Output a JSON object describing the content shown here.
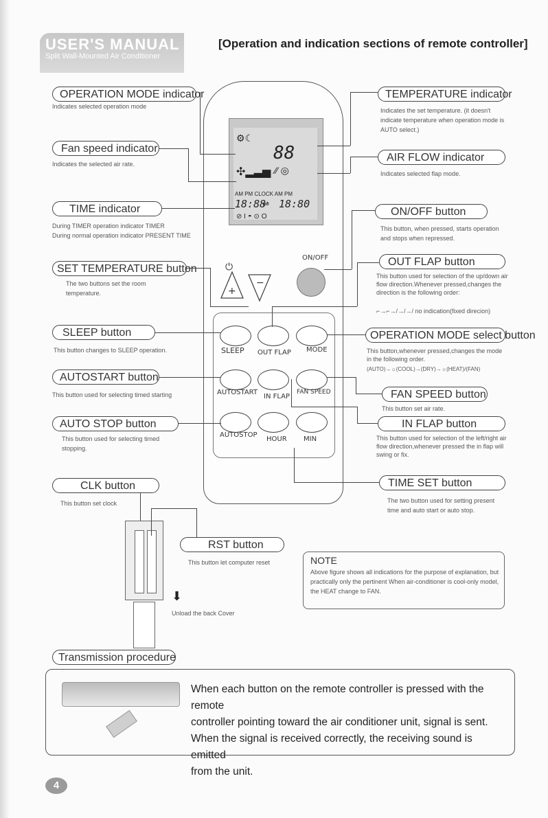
{
  "header": {
    "manual_title": "USER'S MANUAL",
    "manual_subtitle": "Split Wall-Mounted Air Conditioner",
    "page_heading": "[Operation and indication sections of remote controller]"
  },
  "left_items": [
    {
      "label": "OPERATION MODE indicator",
      "desc": "Indicates selected operation mode"
    },
    {
      "label": "Fan speed indicator",
      "desc": "Indicates the selected air rate."
    },
    {
      "label": "TIME indicator",
      "desc_line1": "During TIMER operation    indicator TIMER",
      "desc_line2": "During normal operation   indicator PRESENT TIME"
    },
    {
      "label": "SET TEMPERATURE button",
      "desc": "The two buttons set the room temperature."
    },
    {
      "label": "SLEEP button",
      "desc": "This button changes to SLEEP operation."
    },
    {
      "label": "AUTOSTART button",
      "desc": "This button used for selecting timed starting"
    },
    {
      "label": "AUTO STOP button",
      "desc": "This button used for selecting timed stopping."
    },
    {
      "label": "CLK button",
      "desc": "This button set clock"
    }
  ],
  "right_items": [
    {
      "label": "TEMPERATURE indicator",
      "desc": "Indicates the set temperature. (it doesn't indicate temperature when operation mode is AUTO select.)"
    },
    {
      "label": "AIR FLOW indicator",
      "desc": "Indicates selected flap mode."
    },
    {
      "label": "ON/OFF button",
      "desc": "This button, when pressed, starts operation and stops when repressed."
    },
    {
      "label": "OUT FLAP button",
      "desc": "This button used for selection of the up/down air flow direction.Whenever pressed,changes the direction is the following order:",
      "desc_extra": "⌐→⌐→/→/→/ no indication(fixed direcion)"
    },
    {
      "label": "OPERATION MODE select button",
      "desc": "This button,whenever pressed,changes the mode in the following order.",
      "desc_extra": "(AUTO)→☼(COOL)→(DRY)→☼(HEAT)/(FAN)"
    },
    {
      "label": "FAN SPEED button",
      "desc": "This button set air rate."
    },
    {
      "label": "IN FLAP button",
      "desc": "This button used for selection of the left/right air flow direction,whenever pressed the in flap will swing or fix."
    },
    {
      "label": "TIME SET button",
      "desc": "The two button used for setting present time and auto start or auto stop."
    }
  ],
  "remote": {
    "lcd_top_digits": "88",
    "lcd_clock_label": "AM  PM  CLOCK AM  PM",
    "lcd_time_left": "18:88",
    "lcd_time_right": "18:80",
    "onoff_label": "ON/OFF",
    "row1": [
      "SLEEP",
      "OUT FLAP",
      "MODE"
    ],
    "row2": [
      "AUTOSTART",
      "IN FLAP",
      "FAN SPEED"
    ],
    "row3": [
      "AUTOSTOP",
      "HOUR",
      "MIN"
    ],
    "plus": "+",
    "minus": "−"
  },
  "rst": {
    "label": "RST button",
    "desc": "This button let computer reset"
  },
  "unload": "Unload the back Cover",
  "note": {
    "title": "NOTE",
    "text": "Above figure shows all indications for the purpose of explanation, but practically only the pertinent   When air-conditioner is cool-only model, the HEAT change to FAN."
  },
  "transmission": {
    "label": "Transmission procedure",
    "line1": "When each button on the remote controller is pressed with the remote",
    "line2": "controller pointing toward the air conditioner unit, signal is sent.",
    "line3": "When the signal is received correctly, the receiving sound is emitted",
    "line4": "from the unit."
  },
  "page_number": "4"
}
